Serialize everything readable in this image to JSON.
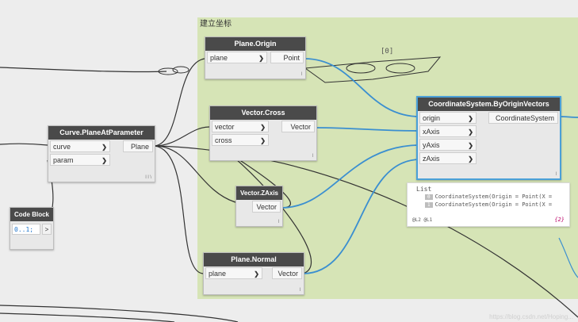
{
  "group": {
    "title": "建立坐标"
  },
  "nodes": {
    "plane_origin": {
      "title": "Plane.Origin",
      "inputs": [
        "plane"
      ],
      "output": "Point"
    },
    "curve_plane_at_param": {
      "title": "Curve.PlaneAtParameter",
      "inputs": [
        "curve",
        "param"
      ],
      "output": "Plane",
      "footer": "l l \\"
    },
    "vector_cross": {
      "title": "Vector.Cross",
      "inputs": [
        "vector",
        "cross"
      ],
      "output": "Vector"
    },
    "coord_system": {
      "title": "CoordinateSystem.ByOriginVectors",
      "inputs": [
        "origin",
        "xAxis",
        "yAxis",
        "zAxis"
      ],
      "output": "CoordinateSystem"
    },
    "vector_zaxis": {
      "title": "Vector.ZAxis",
      "output": "Vector"
    },
    "plane_normal": {
      "title": "Plane.Normal",
      "inputs": [
        "plane"
      ],
      "output": "Vector"
    },
    "code_block": {
      "title": "Code Block",
      "code": "0..1;",
      "out": ">"
    }
  },
  "list_index_label": "[0]",
  "preview": {
    "title": "List",
    "items": [
      {
        "index": "0",
        "text": "CoordinateSystem(Origin = Point(X = "
      },
      {
        "index": "1",
        "text": "CoordinateSystem(Origin = Point(X = "
      }
    ],
    "levels": "@L2 @L1",
    "count": "{2}"
  },
  "watermark": "https://blog.csdn.net/Hoping..."
}
